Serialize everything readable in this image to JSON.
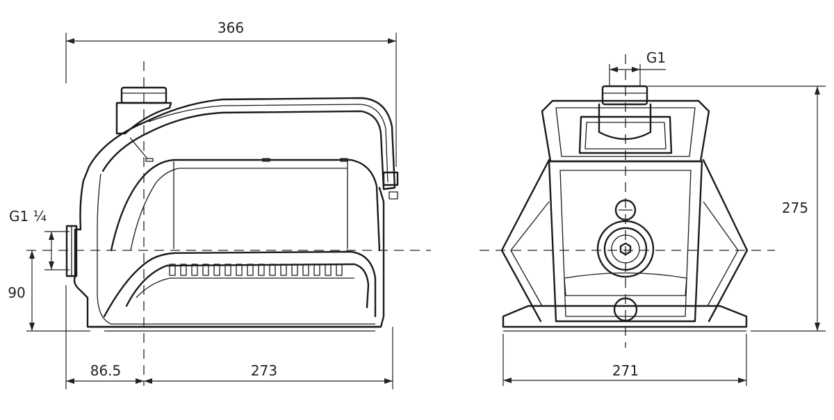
{
  "side_view": {
    "overall_length": "366",
    "inlet_thread": "G1 ¼",
    "inlet_height": "90",
    "inlet_offset": "86.5",
    "base_length": "273"
  },
  "front_view": {
    "outlet_thread": "G1",
    "overall_height": "275",
    "overall_width": "271"
  }
}
